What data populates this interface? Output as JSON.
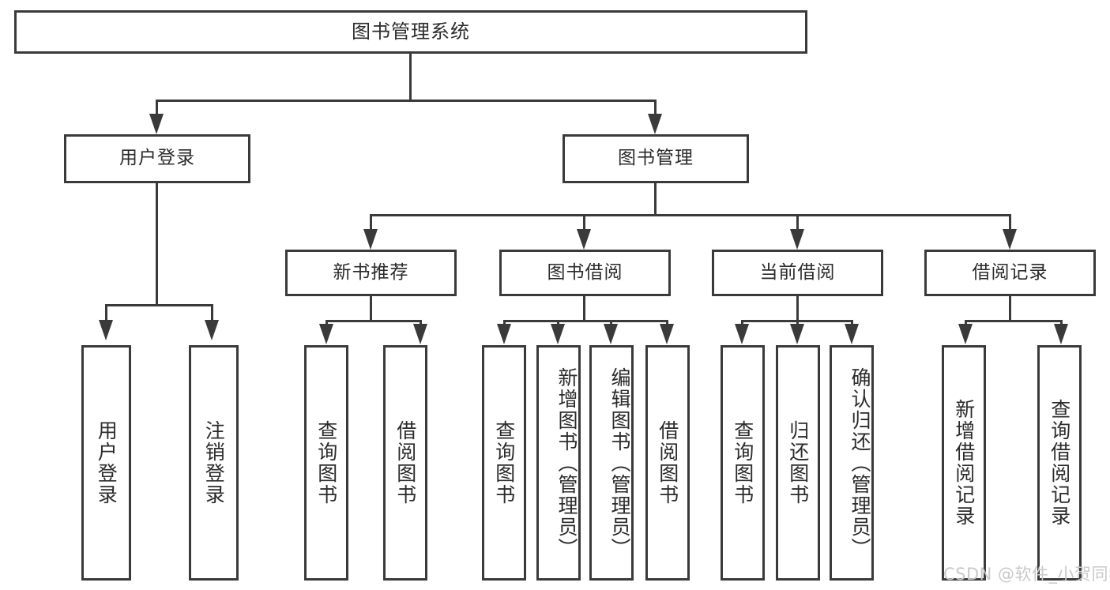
{
  "diagram": {
    "title_node": {
      "label": "图书管理系统"
    },
    "level2": [
      {
        "id": "user-login",
        "label": "用户登录"
      },
      {
        "id": "book-management",
        "label": "图书管理"
      }
    ],
    "level3": [
      {
        "id": "new-book-recommend",
        "label": "新书推荐"
      },
      {
        "id": "book-borrow",
        "label": "图书借阅"
      },
      {
        "id": "current-borrow",
        "label": "当前借阅"
      },
      {
        "id": "borrow-record",
        "label": "借阅记录"
      }
    ],
    "leaves": [
      {
        "id": "leaf-user-login",
        "label": "用户登录"
      },
      {
        "id": "leaf-logout-login",
        "label": "注销登录"
      },
      {
        "id": "leaf-query-book-1",
        "label": "查询图书"
      },
      {
        "id": "leaf-borrow-book-1",
        "label": "借阅图书"
      },
      {
        "id": "leaf-query-book-2",
        "label": "查询图书"
      },
      {
        "id": "leaf-add-book-admin",
        "label": "新增图书（管理员）"
      },
      {
        "id": "leaf-edit-book-admin",
        "label": "编辑图书（管理员）"
      },
      {
        "id": "leaf-borrow-book-2",
        "label": "借阅图书"
      },
      {
        "id": "leaf-query-book-3",
        "label": "查询图书"
      },
      {
        "id": "leaf-return-book",
        "label": "归还图书"
      },
      {
        "id": "leaf-confirm-return-admin",
        "label": "确认归还（管理员）"
      },
      {
        "id": "leaf-add-borrow-record",
        "label": "新增借阅记录"
      },
      {
        "id": "leaf-query-borrow-record",
        "label": "查询借阅记录"
      }
    ]
  },
  "watermark": {
    "text": "CSDN @软件_小贺同学"
  },
  "colors": {
    "stroke": "#3a3a3a",
    "text": "#2b2b2b",
    "background": "#ffffff",
    "watermark": "#c9c9c9"
  }
}
